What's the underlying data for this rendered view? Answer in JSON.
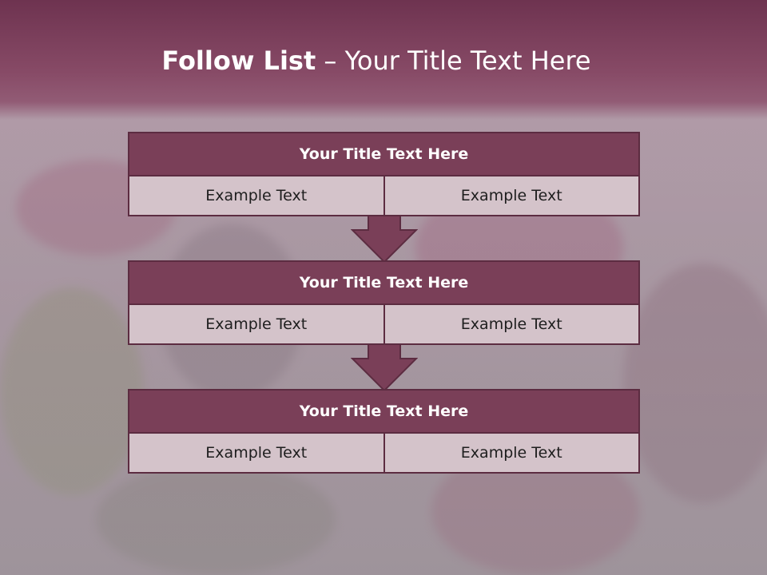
{
  "slide": {
    "title_bold": "Follow List",
    "title_rest": " – Your Title Text Here"
  },
  "rows": [
    {
      "title": "Your Title Text Here",
      "left": "Example Text",
      "right": "Example Text"
    },
    {
      "title": "Your Title Text Here",
      "left": "Example Text",
      "right": "Example Text"
    },
    {
      "title": "Your Title Text Here",
      "left": "Example Text",
      "right": "Example Text"
    }
  ],
  "colors": {
    "header": "#874a66",
    "block_title": "#7a3f58",
    "cell": "#d4c3ca",
    "arrow": "#7a3f58"
  }
}
